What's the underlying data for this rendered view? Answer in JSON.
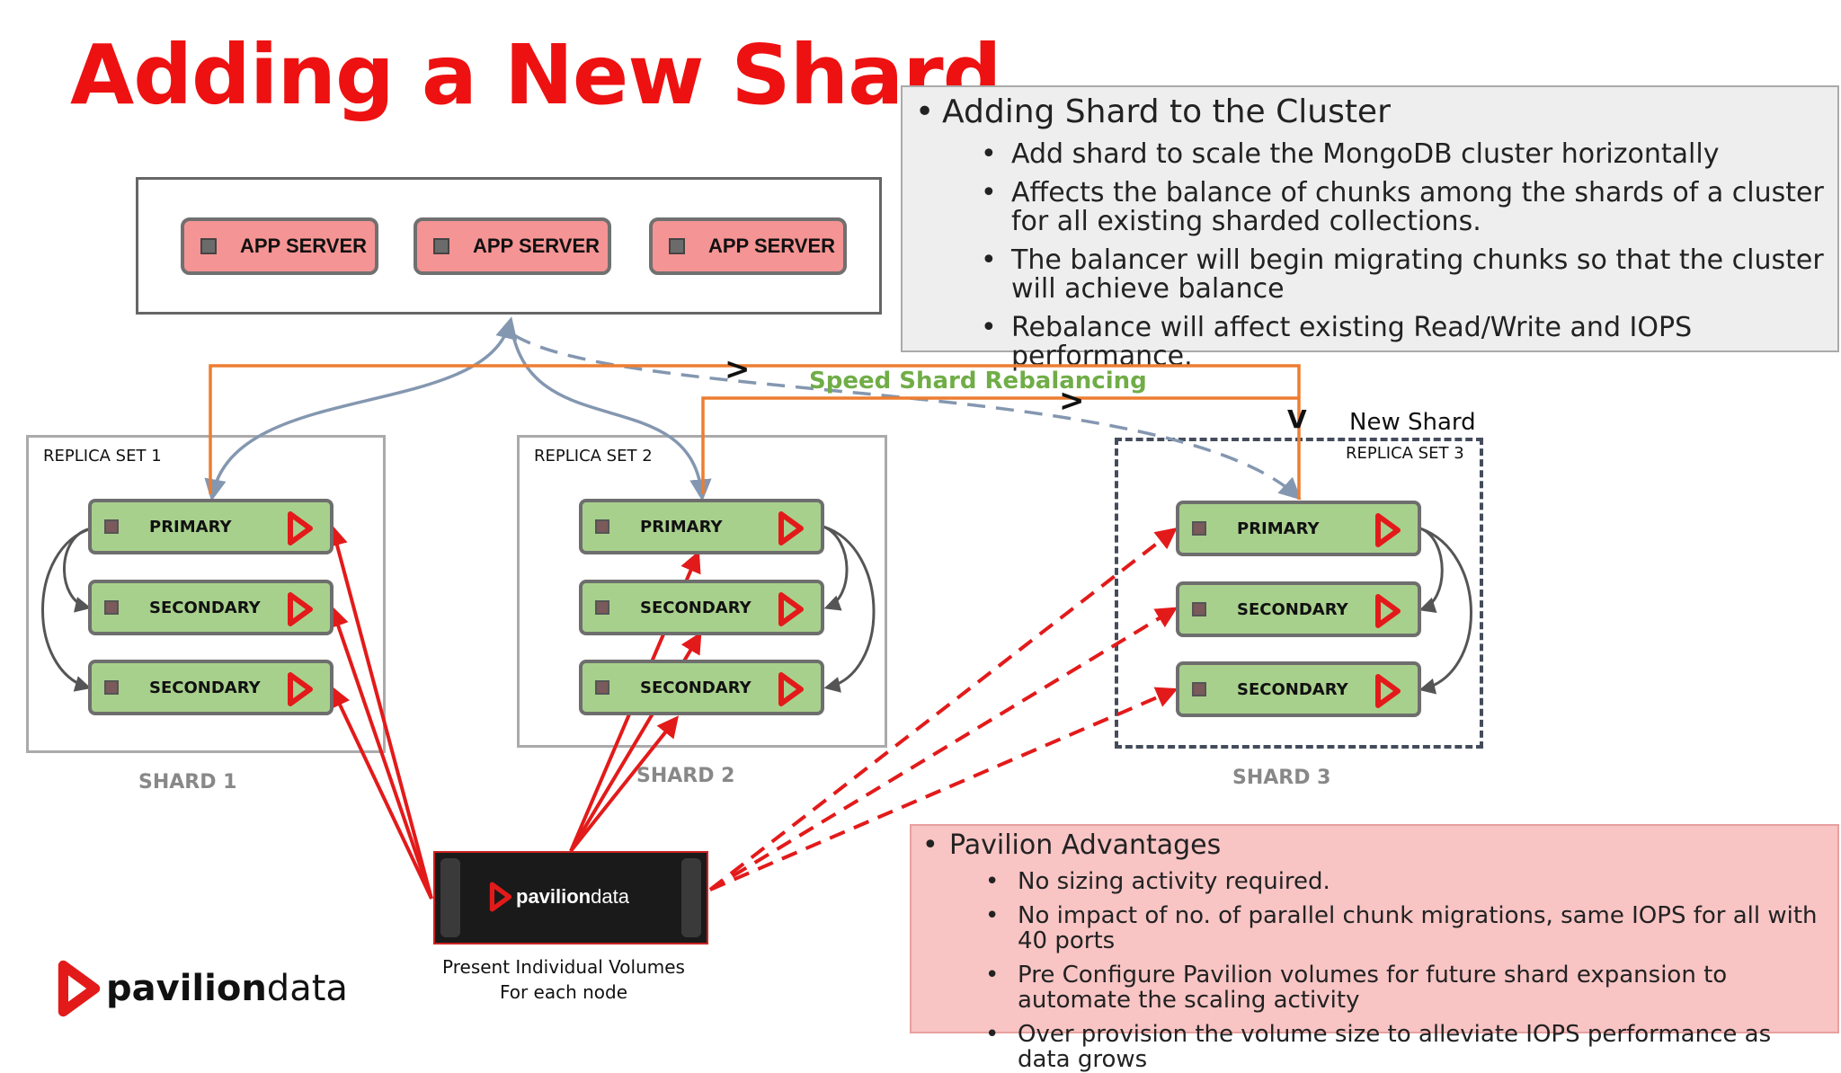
{
  "title": "Adding a New Shard",
  "info_top": {
    "heading": "Adding Shard to the Cluster",
    "bullets": [
      "Add shard to scale the MongoDB cluster horizontally",
      "Affects the balance of chunks among the shards of a cluster for all existing sharded collections.",
      "The balancer will begin migrating chunks so that the cluster will achieve balance",
      "Rebalance will affect existing Read/Write and IOPS performance."
    ]
  },
  "app_servers": [
    "APP SERVER",
    "APP SERVER",
    "APP SERVER"
  ],
  "speed_label": "Speed Shard Rebalancing",
  "new_shard_label": "New Shard",
  "shards": [
    {
      "replica_set": "REPLICA SET 1",
      "label": "SHARD 1",
      "nodes": [
        "PRIMARY",
        "SECONDARY",
        "SECONDARY"
      ]
    },
    {
      "replica_set": "REPLICA SET 2",
      "label": "SHARD 2",
      "nodes": [
        "PRIMARY",
        "SECONDARY",
        "SECONDARY"
      ]
    },
    {
      "replica_set": "REPLICA SET 3",
      "label": "SHARD 3",
      "nodes": [
        "PRIMARY",
        "SECONDARY",
        "SECONDARY"
      ]
    }
  ],
  "device_brand": {
    "bold": "pavilion",
    "light": "data"
  },
  "device_caption": [
    "Present Individual Volumes",
    "For each node"
  ],
  "logo": {
    "bold": "pavilion",
    "light": "data"
  },
  "info_bottom": {
    "heading": "Pavilion Advantages",
    "bullets": [
      "No sizing activity required.",
      "No impact of no. of parallel chunk migrations, same IOPS for all with 40 ports",
      "Pre Configure Pavilion volumes for future shard expansion to automate the scaling activity",
      "Over provision the volume size to alleviate IOPS performance as data grows"
    ]
  },
  "colors": {
    "title": "#ee1111",
    "rebalance_line": "#ed7d31",
    "speed_text": "#70ad47",
    "volume_line": "#e31a1a",
    "link_line": "#8497b0"
  }
}
